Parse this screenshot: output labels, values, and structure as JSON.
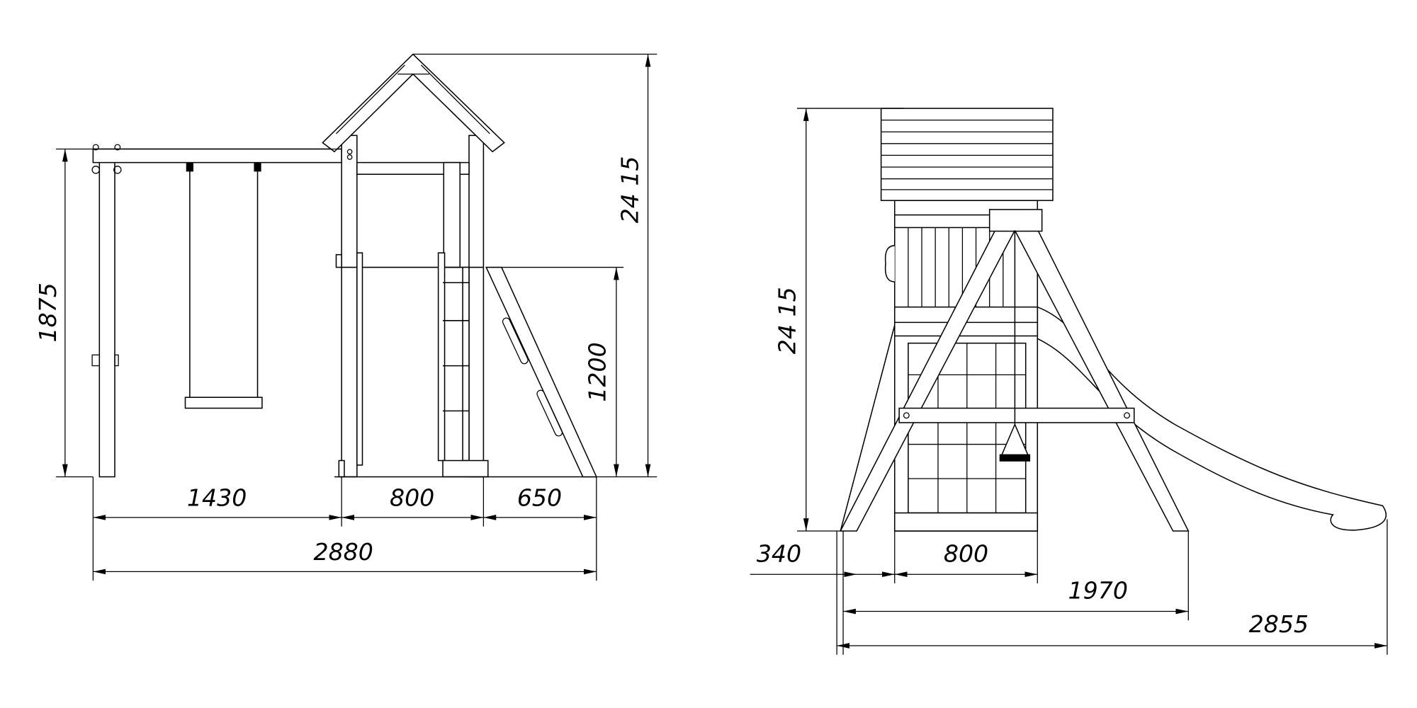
{
  "side_view": {
    "dimensions": {
      "swing_height": "1875",
      "total_height": "24 15",
      "platform_height": "1200",
      "swing_width": "1430",
      "tower_width": "800",
      "slide_offset": "650",
      "total_length": "2880"
    }
  },
  "front_view": {
    "dimensions": {
      "total_height": "24 15",
      "leg_offset": "340",
      "tower_width": "800",
      "aframe_width": "1970",
      "total_length": "2855"
    }
  }
}
